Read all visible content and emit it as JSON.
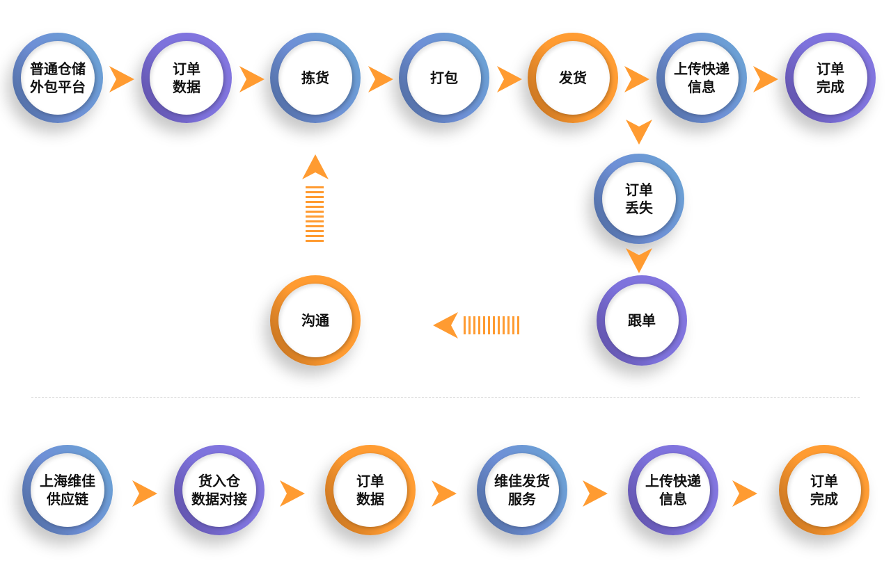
{
  "top_flow": [
    {
      "lines": [
        "普通仓储",
        "外包平台"
      ],
      "color": "blue"
    },
    {
      "lines": [
        "订单",
        "数据"
      ],
      "color": "purple"
    },
    {
      "lines": [
        "拣货"
      ],
      "color": "blue"
    },
    {
      "lines": [
        "打包"
      ],
      "color": "blue"
    },
    {
      "lines": [
        "发货"
      ],
      "color": "orange"
    },
    {
      "lines": [
        "上传快递",
        "信息"
      ],
      "color": "blue"
    },
    {
      "lines": [
        "订单",
        "完成"
      ],
      "color": "purple"
    }
  ],
  "exception_flow": [
    {
      "lines": [
        "订单",
        "丢失"
      ],
      "color": "blue"
    },
    {
      "lines": [
        "跟单"
      ],
      "color": "purple"
    },
    {
      "lines": [
        "沟通"
      ],
      "color": "orange"
    }
  ],
  "bottom_flow": [
    {
      "lines": [
        "上海维佳",
        "供应链"
      ],
      "color": "blue"
    },
    {
      "lines": [
        "货入仓",
        "数据对接"
      ],
      "color": "purple"
    },
    {
      "lines": [
        "订单",
        "数据"
      ],
      "color": "orange"
    },
    {
      "lines": [
        "维佳发货",
        "服务"
      ],
      "color": "blue"
    },
    {
      "lines": [
        "上传快递",
        "信息"
      ],
      "color": "purple"
    },
    {
      "lines": [
        "订单",
        "完成"
      ],
      "color": "orange"
    }
  ],
  "colors": {
    "arrow": "#ff9b31",
    "blue": "#6e8fd6",
    "purple": "#7d72dc",
    "orange": "#ff9b31"
  }
}
